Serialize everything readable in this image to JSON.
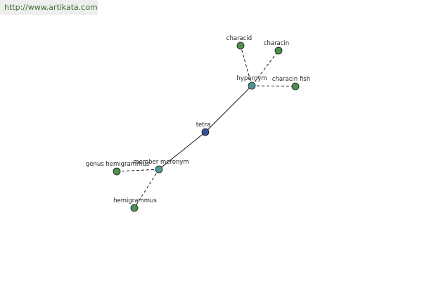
{
  "header": {
    "url": "http://www.artikata.com"
  },
  "colors": {
    "root": "#3c4f95",
    "relation": "#4f9595",
    "leaf": "#4f8f4f",
    "edge": "#000000"
  },
  "graph": {
    "nodes": [
      {
        "id": "tetra",
        "label": "tetra",
        "kind": "root"
      },
      {
        "id": "hypernym",
        "label": "hypernym",
        "kind": "relation"
      },
      {
        "id": "member-meronym",
        "label": "member meronym",
        "kind": "relation"
      },
      {
        "id": "characid",
        "label": "characid",
        "kind": "leaf"
      },
      {
        "id": "characin",
        "label": "characin",
        "kind": "leaf"
      },
      {
        "id": "characin-fish",
        "label": "characin fish",
        "kind": "leaf"
      },
      {
        "id": "genus-hemigrammus",
        "label": "genus hemigrammus",
        "kind": "leaf"
      },
      {
        "id": "hemigrammus",
        "label": "hemigrammus",
        "kind": "leaf"
      }
    ],
    "edges": [
      {
        "from": "tetra",
        "to": "hypernym",
        "style": "solid"
      },
      {
        "from": "tetra",
        "to": "member-meronym",
        "style": "solid"
      },
      {
        "from": "hypernym",
        "to": "characid",
        "style": "dashed"
      },
      {
        "from": "hypernym",
        "to": "characin",
        "style": "dashed"
      },
      {
        "from": "hypernym",
        "to": "characin-fish",
        "style": "dashed"
      },
      {
        "from": "member-meronym",
        "to": "genus-hemigrammus",
        "style": "dashed"
      },
      {
        "from": "member-meronym",
        "to": "hemigrammus",
        "style": "dashed"
      }
    ]
  }
}
